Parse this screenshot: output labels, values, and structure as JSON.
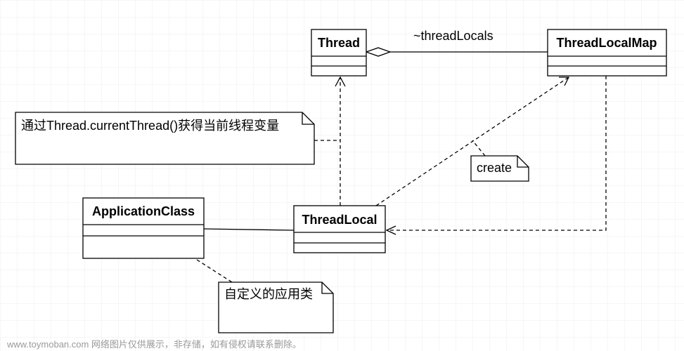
{
  "classes": {
    "thread": "Thread",
    "thread_local_map": "ThreadLocalMap",
    "application_class": "ApplicationClass",
    "thread_local": "ThreadLocal"
  },
  "association_label": "~threadLocals",
  "notes": {
    "current_thread": "通过Thread.currentThread()获得当前线程变量",
    "create": "create",
    "app_class": "自定义的应用类"
  },
  "watermark": "www.toymoban.com 网络图片仅供展示，非存储，如有侵权请联系删除。"
}
